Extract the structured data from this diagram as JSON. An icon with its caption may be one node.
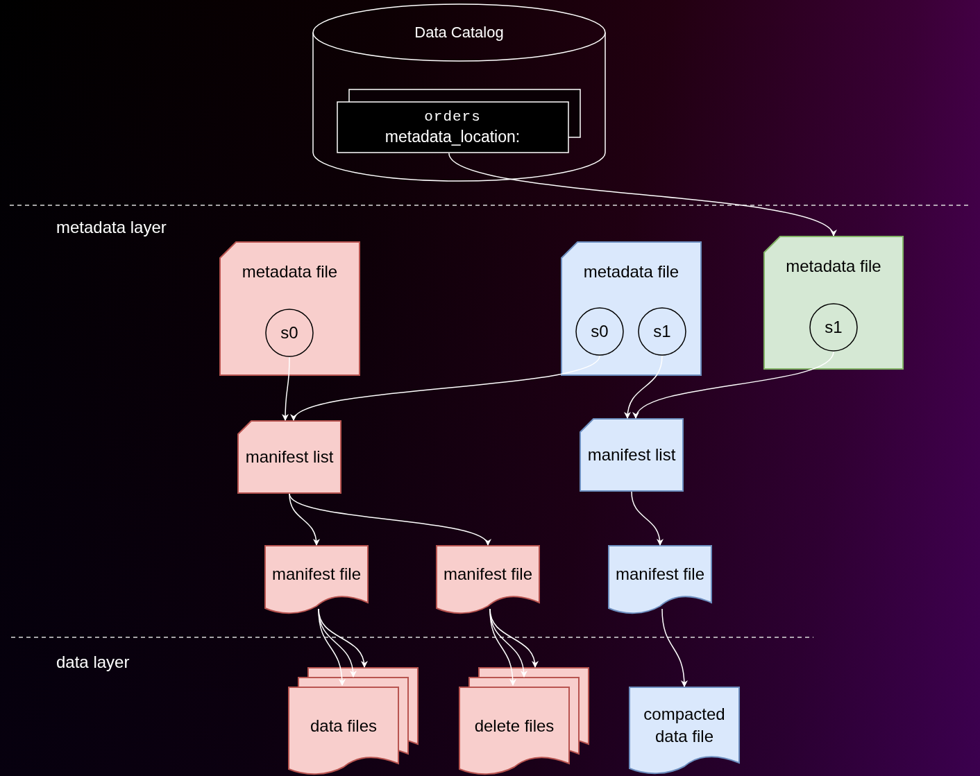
{
  "diagram": {
    "nodes": [
      {
        "text": [
          "Data Catalog"
        ]
      },
      {
        "text": [
          "orders",
          "metadata_location:"
        ],
        "in": 0
      },
      {
        "text": [
          "metadata file"
        ]
      },
      {
        "text": [
          "s0"
        ],
        "in": 2
      },
      {
        "text": [
          "metadata file"
        ]
      },
      {
        "text": [
          "s0"
        ],
        "in": 4
      },
      {
        "text": [
          "s1"
        ],
        "in": 4
      },
      {
        "text": [
          "metadata file"
        ]
      },
      {
        "text": [
          "s1"
        ],
        "in": 7
      },
      {
        "text": [
          "manifest list"
        ]
      },
      {
        "text": [
          "manifest list"
        ]
      },
      {
        "text": [
          "manifest file"
        ]
      },
      {
        "text": [
          "manifest file"
        ]
      },
      {
        "text": [
          "manifest file"
        ]
      },
      {
        "text": [
          "data files"
        ]
      },
      {
        "text": [
          "delete files"
        ]
      },
      {
        "text": [
          "compacted data file"
        ]
      }
    ],
    "edges": [
      {
        "from": 1,
        "to": 7,
        "arrow": "to"
      },
      {
        "from": 3,
        "to": 9,
        "arrow": "to"
      },
      {
        "from": 5,
        "to": 9,
        "arrow": "to"
      },
      {
        "from": 6,
        "to": 10,
        "arrow": "to"
      },
      {
        "from": 8,
        "to": 10,
        "arrow": "to"
      },
      {
        "from": 9,
        "to": 11,
        "arrow": "to"
      },
      {
        "from": 9,
        "to": 12,
        "arrow": "to"
      },
      {
        "from": 10,
        "to": 13,
        "arrow": "to"
      },
      {
        "from": 11,
        "to": 14,
        "arrow": "to"
      },
      {
        "from": 11,
        "to": 14,
        "arrow": "to"
      },
      {
        "from": 11,
        "to": 14,
        "arrow": "to"
      },
      {
        "from": 12,
        "to": 15,
        "arrow": "to"
      },
      {
        "from": 12,
        "to": 15,
        "arrow": "to"
      },
      {
        "from": 12,
        "to": 15,
        "arrow": "to"
      },
      {
        "from": 13,
        "to": 16,
        "arrow": "to"
      }
    ],
    "labels": [
      "metadata layer",
      "data layer"
    ]
  }
}
